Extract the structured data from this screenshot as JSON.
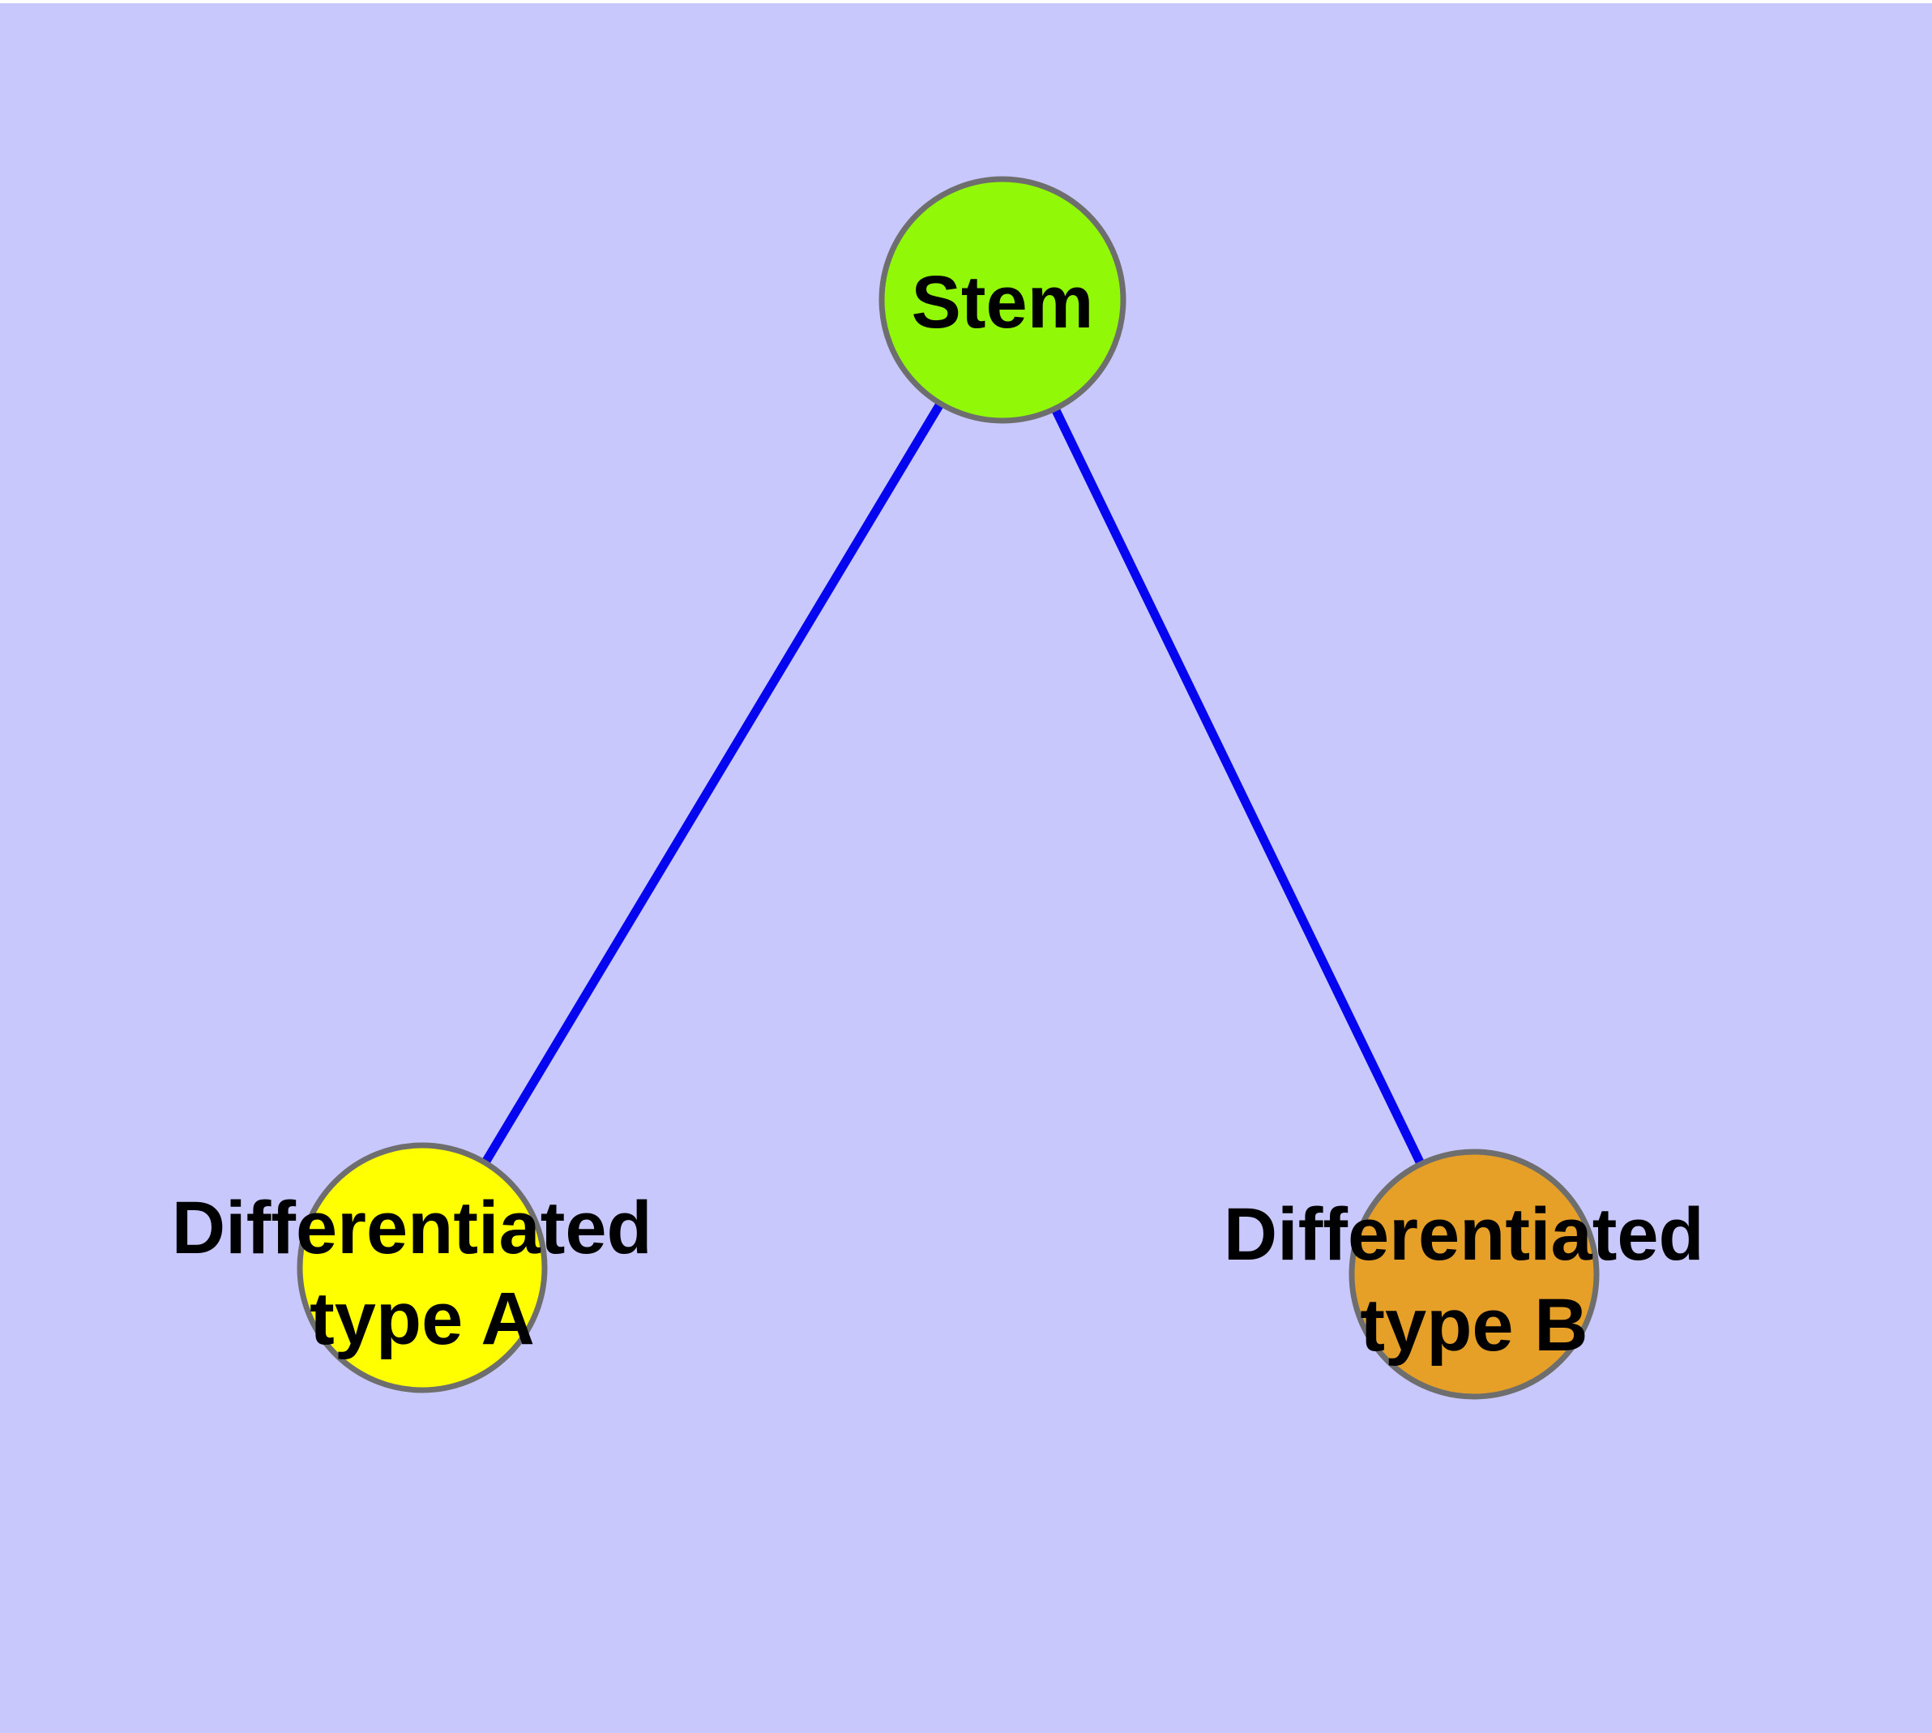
{
  "diagram": {
    "background_color": "#C8C8FC",
    "top_border_color": "#FFFFFF",
    "edge_color": "#0505F0",
    "node_border_color": "#6E6E6E",
    "label_color": "#000000",
    "nodes": {
      "stem": {
        "label": "Stem",
        "fill": "#91F808"
      },
      "type_a": {
        "label_line1": "Differentiated",
        "label_line2": "type A",
        "label_full": "Differentiated type A",
        "fill": "#FFFF00"
      },
      "type_b": {
        "label_line1": "Differentiated",
        "label_line2": "type B",
        "label_full": "Differentiated type B",
        "fill": "#E6A028"
      }
    },
    "edges": [
      {
        "from": "Stem",
        "to": "Differentiated type A"
      },
      {
        "from": "Stem",
        "to": "Differentiated type B"
      }
    ]
  }
}
